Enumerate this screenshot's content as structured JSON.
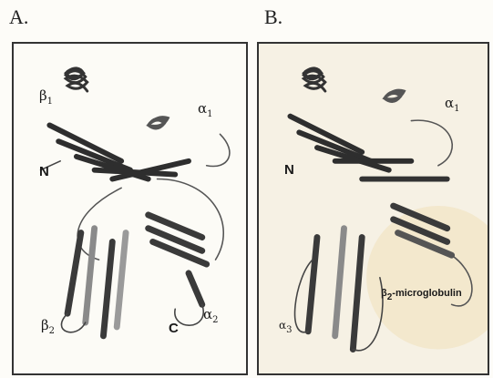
{
  "panels": [
    {
      "letter": "A.",
      "labels": {
        "beta1": {
          "sym": "β",
          "sub": "1"
        },
        "alpha1": {
          "sym": "α",
          "sub": "1"
        },
        "n_term": "N",
        "beta2": {
          "sym": "β",
          "sub": "2"
        },
        "c_term": "C",
        "alpha2": {
          "sym": "α",
          "sub": "2"
        }
      }
    },
    {
      "letter": "B.",
      "labels": {
        "alpha1": {
          "sym": "α",
          "sub": "1"
        },
        "n_term": "N",
        "b2m": {
          "sym": "β",
          "sub": "2",
          "rest": "-microglobulin"
        },
        "alpha3": {
          "sym": "α",
          "sub": "3"
        }
      }
    }
  ],
  "colors": {
    "strand_dark": "#3c3c3c",
    "strand_mid": "#8a8a8a",
    "helix": "#5a5a5a",
    "loop": "#444444",
    "watermark": "#e8c07a"
  }
}
